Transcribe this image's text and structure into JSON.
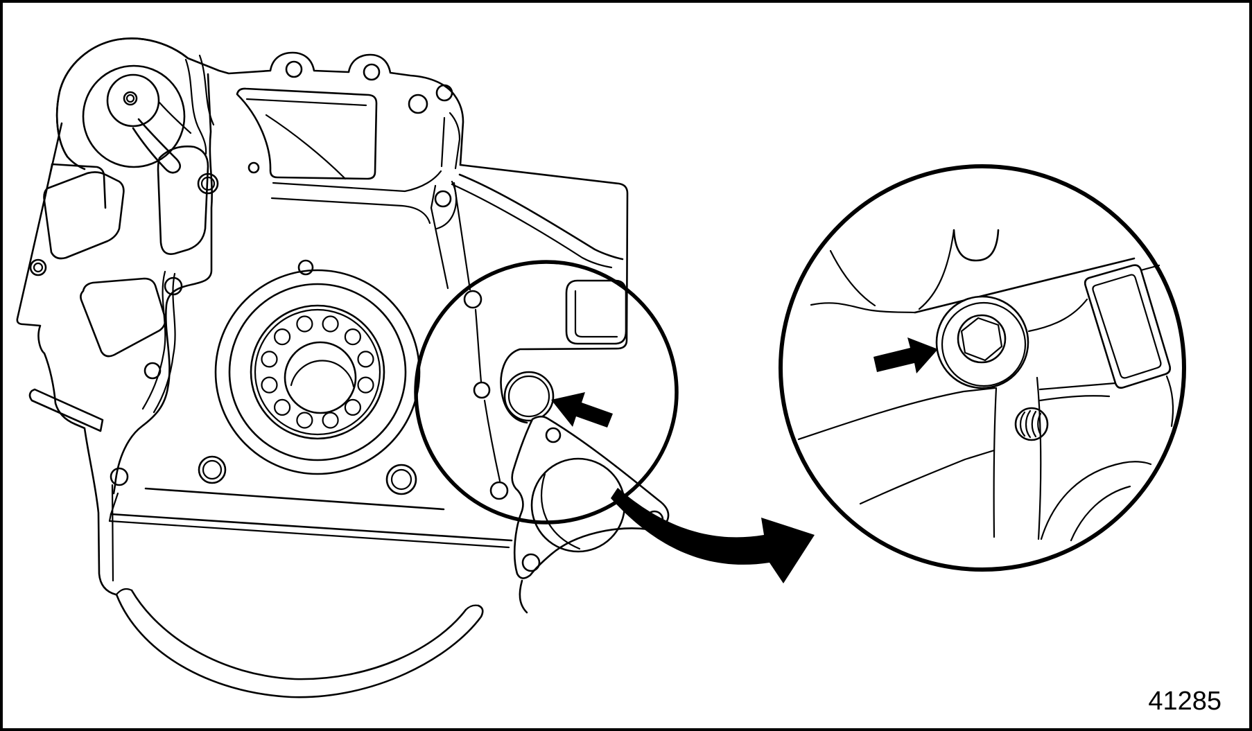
{
  "page": {
    "background": "#ffffff",
    "frame_color": "#000000",
    "line_color": "#000000"
  },
  "figure_label": "41285",
  "drawing": {
    "elements": [
      "engine-block-rear-view",
      "belt-tensioner-pulley",
      "crankshaft-flange-with-bolt-circle",
      "gasket-face-with-bolt-holes",
      "mounting-flange-triangular-pad",
      "oil-pan-rail-strap",
      "callout-circle",
      "plug-location-arrow",
      "curved-magnify-arrow",
      "detail-circle",
      "hex-socket-plug",
      "detail-pointer-arrow",
      "threaded-hole"
    ]
  }
}
